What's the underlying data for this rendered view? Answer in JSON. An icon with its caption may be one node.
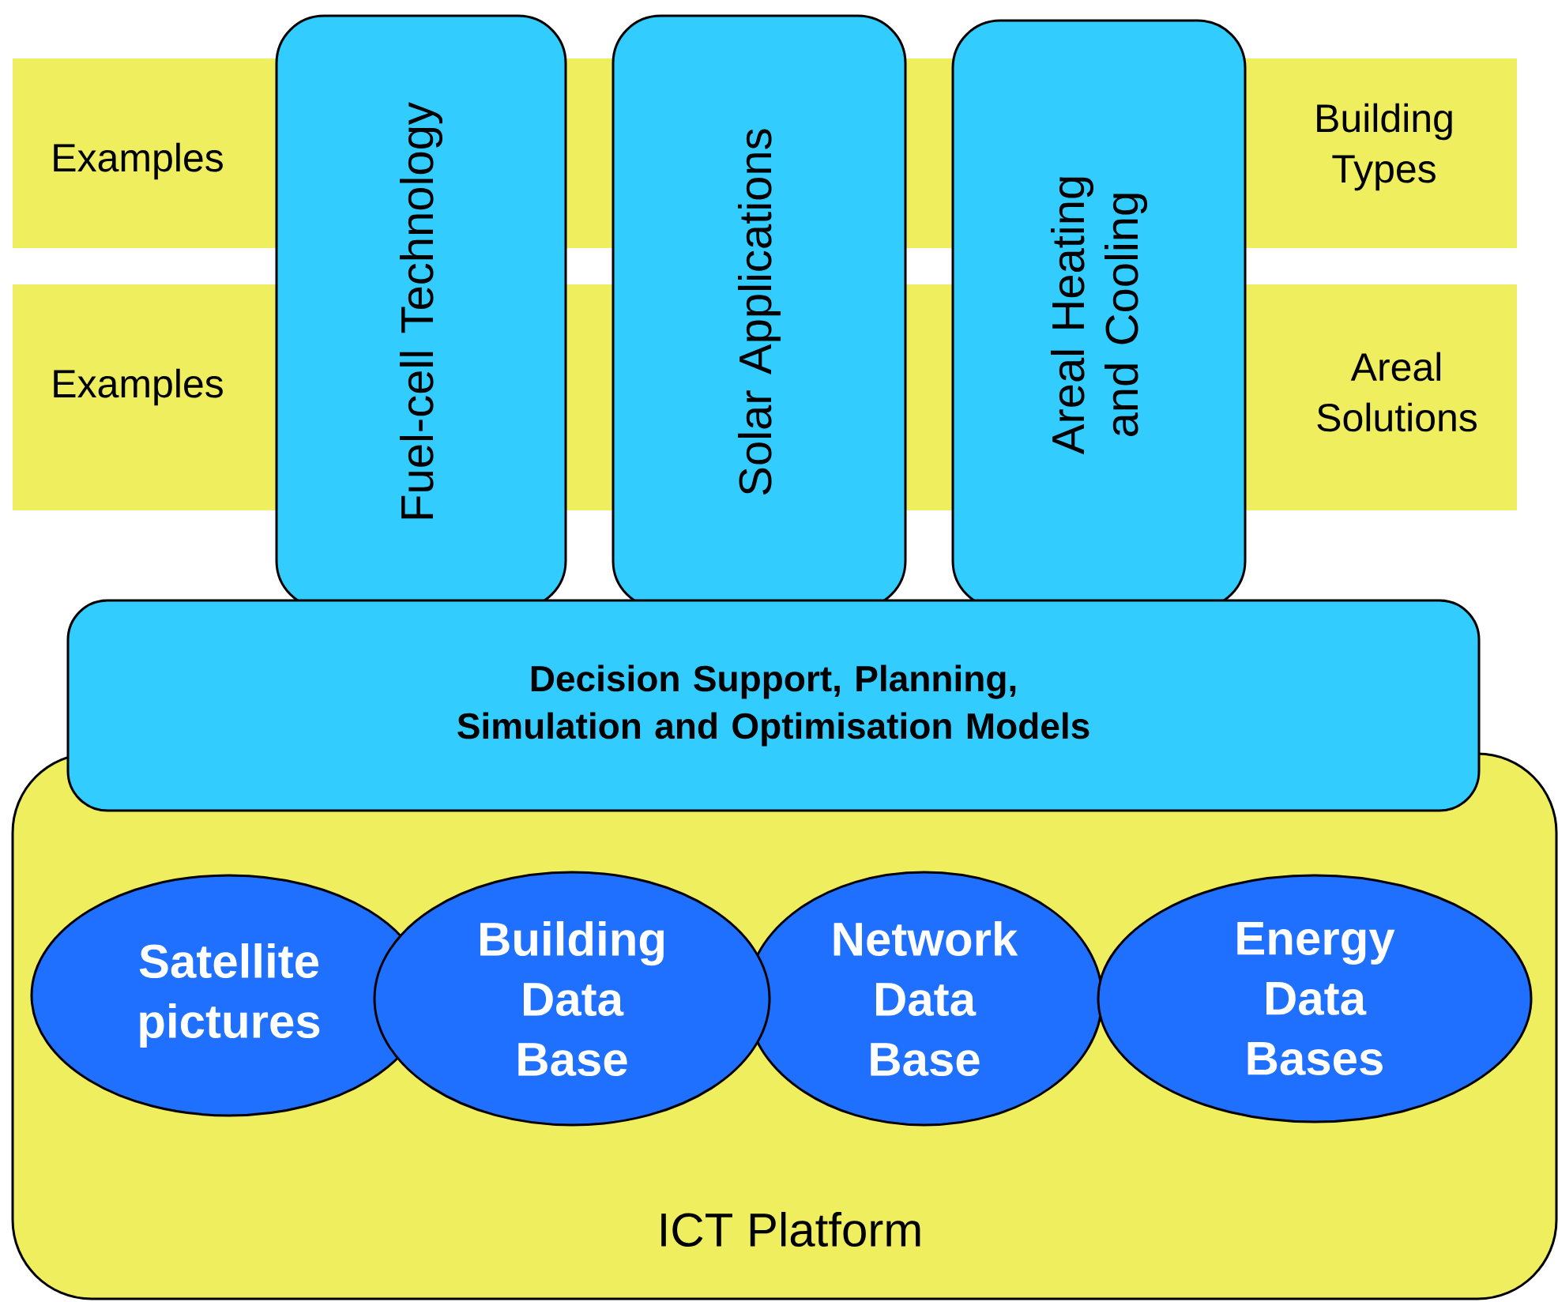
{
  "diagram": {
    "nodes": [
      {
        "text": [
          "Examples",
          "Building Types"
        ]
      },
      {
        "text": [
          "Examples",
          "Areal Solutions"
        ]
      },
      {
        "text": [
          "Fuel-cell Technology"
        ]
      },
      {
        "text": [
          "Solar Applications"
        ]
      },
      {
        "text": [
          "Areal Heating and Cooling"
        ]
      },
      {
        "text": [
          "Decision Support, Planning, Simulation and Optimisation Models"
        ]
      },
      {
        "text": [
          "ICT Platform"
        ]
      },
      {
        "text": [
          "Satellite pictures"
        ],
        "in": 6
      },
      {
        "text": [
          "Building Data Base"
        ],
        "in": 6
      },
      {
        "text": [
          "Network Data Base"
        ],
        "in": 6
      },
      {
        "text": [
          "Energy Data Bases"
        ],
        "in": 6
      }
    ]
  }
}
